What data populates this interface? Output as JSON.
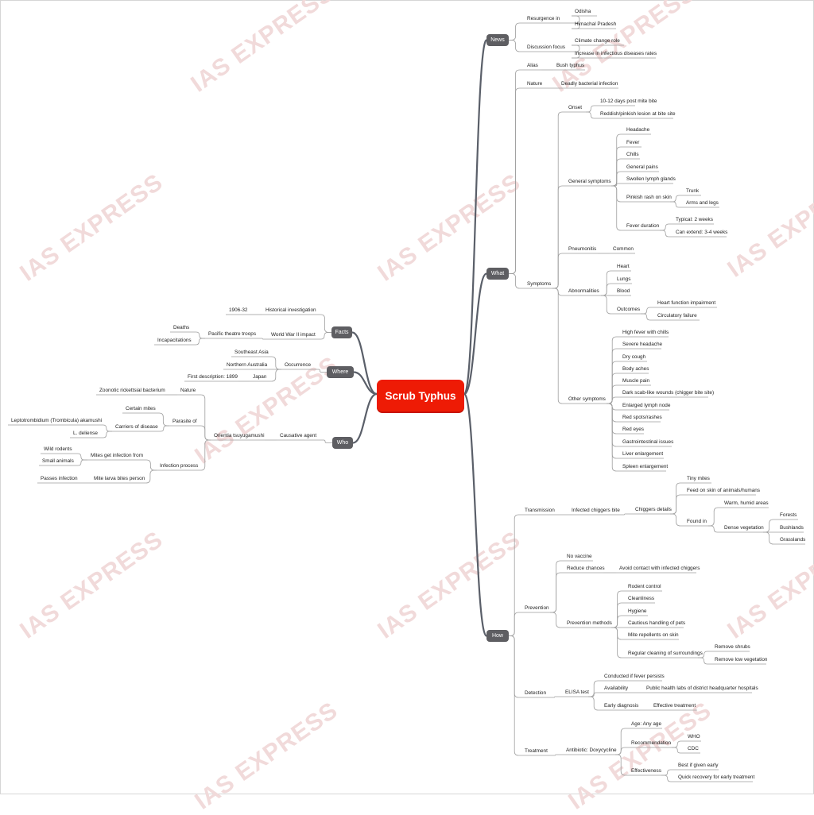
{
  "title": "Scrub Typhus",
  "watermark": "IAS EXPRESS",
  "colors": {
    "root": "#ee1b05",
    "box": "#5e5e62",
    "line": "#9e9e9e",
    "main_line": "#5a5f69",
    "watermark": "#f1dada"
  },
  "branches": {
    "news": {
      "label": "News",
      "children": [
        {
          "label": "Resurgence in",
          "children": [
            {
              "label": "Odisha"
            },
            {
              "label": "Himachal Pradesh"
            }
          ]
        },
        {
          "label": "Discussion focus",
          "children": [
            {
              "label": "Climate change role"
            },
            {
              "label": "Increase in infectious diseases rates"
            }
          ]
        }
      ]
    },
    "what": {
      "label": "What",
      "children": [
        {
          "label": "Alias",
          "children": [
            {
              "label": "Bush typhus"
            }
          ]
        },
        {
          "label": "Nature",
          "children": [
            {
              "label": "Deadly bacterial infection"
            }
          ]
        },
        {
          "label": "Symptoms",
          "children": [
            {
              "label": "Onset",
              "children": [
                {
                  "label": "10-12 days post mite bite"
                },
                {
                  "label": "Reddish/pinkish lesion at bite site"
                }
              ]
            },
            {
              "label": "General symptoms",
              "children": [
                {
                  "label": "Headache"
                },
                {
                  "label": "Fever"
                },
                {
                  "label": "Chills"
                },
                {
                  "label": "General pains"
                },
                {
                  "label": "Swollen lymph glands"
                },
                {
                  "label": "Pinkish rash on skin",
                  "children": [
                    {
                      "label": "Trunk"
                    },
                    {
                      "label": "Arms and legs"
                    }
                  ]
                },
                {
                  "label": "Fever duration",
                  "children": [
                    {
                      "label": "Typical: 2 weeks"
                    },
                    {
                      "label": "Can extend: 3-4 weeks"
                    }
                  ]
                }
              ]
            },
            {
              "label": "Pneumonitis",
              "children": [
                {
                  "label": "Common"
                }
              ]
            },
            {
              "label": "Abnormalities",
              "children": [
                {
                  "label": "Heart"
                },
                {
                  "label": "Lungs"
                },
                {
                  "label": "Blood"
                },
                {
                  "label": "Outcomes",
                  "children": [
                    {
                      "label": "Heart function impairment"
                    },
                    {
                      "label": "Circulatory failure"
                    }
                  ]
                }
              ]
            },
            {
              "label": "Other symptoms",
              "children": [
                {
                  "label": "High fever with chills"
                },
                {
                  "label": "Severe headache"
                },
                {
                  "label": "Dry cough"
                },
                {
                  "label": "Body aches"
                },
                {
                  "label": "Muscle pain"
                },
                {
                  "label": "Dark scab-like wounds (chigger bite site)"
                },
                {
                  "label": "Enlarged lymph node"
                },
                {
                  "label": "Red spots/rashes"
                },
                {
                  "label": "Red eyes"
                },
                {
                  "label": "Gastrointestinal issues"
                },
                {
                  "label": "Liver enlargement"
                },
                {
                  "label": "Spleen enlargement"
                }
              ]
            }
          ]
        }
      ]
    },
    "how": {
      "label": "How",
      "children": [
        {
          "label": "Transmission",
          "children": [
            {
              "label": "Infected chiggers bite",
              "children": [
                {
                  "label": "Chiggers details",
                  "children": [
                    {
                      "label": "Tiny mites"
                    },
                    {
                      "label": "Feed on skin of animals/humans"
                    },
                    {
                      "label": "Found in",
                      "children": [
                        {
                          "label": "Warm, humid areas"
                        },
                        {
                          "label": "Dense vegetation",
                          "children": [
                            {
                              "label": "Forests"
                            },
                            {
                              "label": "Bushlands"
                            },
                            {
                              "label": "Grasslands"
                            }
                          ]
                        }
                      ]
                    }
                  ]
                }
              ]
            }
          ]
        },
        {
          "label": "Prevention",
          "children": [
            {
              "label": "No vaccine"
            },
            {
              "label": "Reduce chances",
              "children": [
                {
                  "label": "Avoid contact with infected chiggers"
                }
              ]
            },
            {
              "label": "Prevention methods",
              "children": [
                {
                  "label": "Rodent control"
                },
                {
                  "label": "Cleanliness"
                },
                {
                  "label": "Hygiene"
                },
                {
                  "label": "Cautious handling of pets"
                },
                {
                  "label": "Mite repellents on skin"
                },
                {
                  "label": "Regular cleaning of surroundings",
                  "children": [
                    {
                      "label": "Remove shrubs"
                    },
                    {
                      "label": "Remove low vegetation"
                    }
                  ]
                }
              ]
            }
          ]
        },
        {
          "label": "Detection",
          "children": [
            {
              "label": "ELISA test",
              "children": [
                {
                  "label": "Conducted if fever persists"
                },
                {
                  "label": "Availability",
                  "children": [
                    {
                      "label": "Public health labs of district headquarter hospitals"
                    }
                  ]
                },
                {
                  "label": "Early diagnosis",
                  "children": [
                    {
                      "label": "Effective treatment"
                    }
                  ]
                }
              ]
            }
          ]
        },
        {
          "label": "Treatment",
          "children": [
            {
              "label": "Antibiotic: Doxycycline",
              "children": [
                {
                  "label": "Age: Any age"
                },
                {
                  "label": "Recommendation",
                  "children": [
                    {
                      "label": "WHO"
                    },
                    {
                      "label": "CDC"
                    }
                  ]
                },
                {
                  "label": "Effectiveness",
                  "children": [
                    {
                      "label": "Best if given early"
                    },
                    {
                      "label": "Quick recovery for early treatment"
                    }
                  ]
                }
              ]
            }
          ]
        }
      ]
    },
    "facts": {
      "label": "Facts",
      "children": [
        {
          "label": "Historical investigation",
          "children": [
            {
              "label": "1906-32"
            }
          ]
        },
        {
          "label": "World War II impact",
          "children": [
            {
              "label": "Pacific theatre troops",
              "children": [
                {
                  "label": "Deaths"
                },
                {
                  "label": "Incapacitations"
                }
              ]
            }
          ]
        }
      ]
    },
    "where": {
      "label": "Where",
      "children": [
        {
          "label": "Occurrence",
          "children": [
            {
              "label": "Southeast Asia"
            },
            {
              "label": "Northern Australia"
            },
            {
              "label": "Japan",
              "children": [
                {
                  "label": "First description: 1899"
                }
              ]
            }
          ]
        }
      ]
    },
    "who": {
      "label": "Who",
      "children": [
        {
          "label": "Causative agent",
          "children": [
            {
              "label": "Orientia tsuyugamushi",
              "children": [
                {
                  "label": "Nature",
                  "children": [
                    {
                      "label": "Zoonotic rickettsial bacterium"
                    }
                  ]
                },
                {
                  "label": "Parasite of",
                  "children": [
                    {
                      "label": "Certain mites"
                    },
                    {
                      "label": "Carriers of disease",
                      "children": [
                        {
                          "label": "Leptotrombidium (Trombicula) akamushi"
                        },
                        {
                          "label": "L. deliense"
                        }
                      ]
                    }
                  ]
                },
                {
                  "label": "Infection process",
                  "children": [
                    {
                      "label": "Mites get infection from",
                      "children": [
                        {
                          "label": "Wild rodents"
                        },
                        {
                          "label": "Small animals"
                        }
                      ]
                    },
                    {
                      "label": "Mite larva bites person",
                      "children": [
                        {
                          "label": "Passes infection"
                        }
                      ]
                    }
                  ]
                }
              ]
            }
          ]
        }
      ]
    }
  }
}
